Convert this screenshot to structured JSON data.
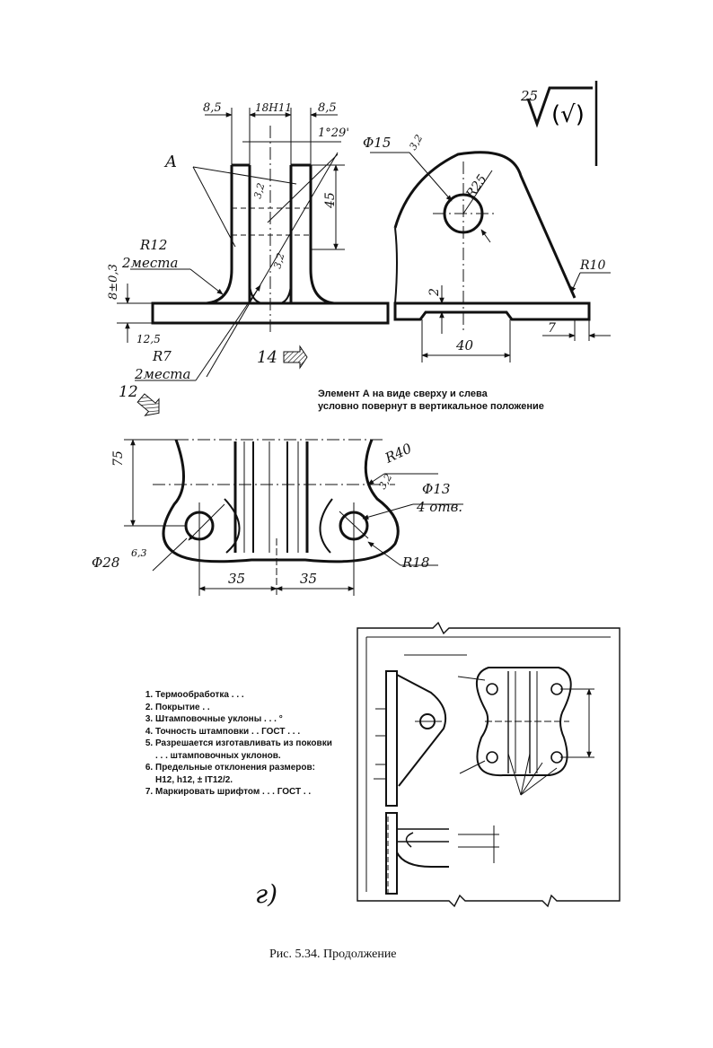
{
  "roughness": {
    "value": "25"
  },
  "front_view": {
    "left_offset": "8,5",
    "slot_width": "18H11",
    "right_offset": "8,5",
    "angle": "1°29'",
    "element_label": "A",
    "fillet_upper": "R12",
    "fillet_upper_qty": "2места",
    "base_thickness": "8±0,3",
    "roughness_bottom": "12,5",
    "fillet_lower": "R7",
    "fillet_lower_qty": "2места",
    "height": "45",
    "rough_a": "3,2",
    "rough_b": "3,2",
    "view_arrow": "14"
  },
  "side_view": {
    "hole_dia": "Φ15",
    "rough": "3,2",
    "radius": "R25",
    "tip_radius": "R10",
    "step": "2",
    "width": "40",
    "edge": "7"
  },
  "element_note": {
    "line1": "Элемент А на виде сверху и слева",
    "line2": "условно повернут в вертикальное положение"
  },
  "top_view": {
    "view_arrow": "12",
    "height": "75",
    "radius_big": "R40",
    "rough": "3,2",
    "hole_dia": "Φ13",
    "hole_qty": "4 отв.",
    "boss_dia": "Φ28",
    "boss_rough": "6,3",
    "boss_radius": "R18",
    "pitch_left": "35",
    "pitch_right": "35"
  },
  "requirements": [
    "Термообработка . . .",
    "Покрытие . .",
    "Штамповочные уклоны . . . °",
    "Точность штамповки  . . ГОСТ . . .",
    "Разрешается изготавливать из поковки . . . штамповочных уклонов.",
    "Предельные отклонения размеров: Н12, h12, ± IT12/2.",
    "Маркировать шрифтом  . . . ГОСТ . ."
  ],
  "sheet_label": "г)",
  "caption": "Рис. 5.34. Продолжение"
}
